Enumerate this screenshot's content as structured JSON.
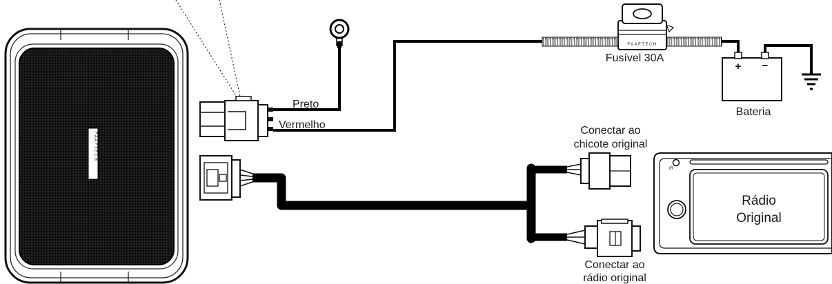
{
  "labels": {
    "preto": "Preto",
    "vermelho": "Vermelho",
    "fusivel": "Fusível 30A",
    "bateria": "Bateria",
    "chicote_line1": "Conectar ao",
    "chicote_line2": "chicote original",
    "radio_conn_line1": "Conectar ao",
    "radio_conn_line2": "rádio original",
    "radio_line1": "Rádio",
    "radio_line2": "Original",
    "ir": "IR",
    "plus": "+",
    "minus": "−"
  },
  "logos": {
    "module": "FAAFTECH",
    "fuse": "FAAFTECH"
  }
}
